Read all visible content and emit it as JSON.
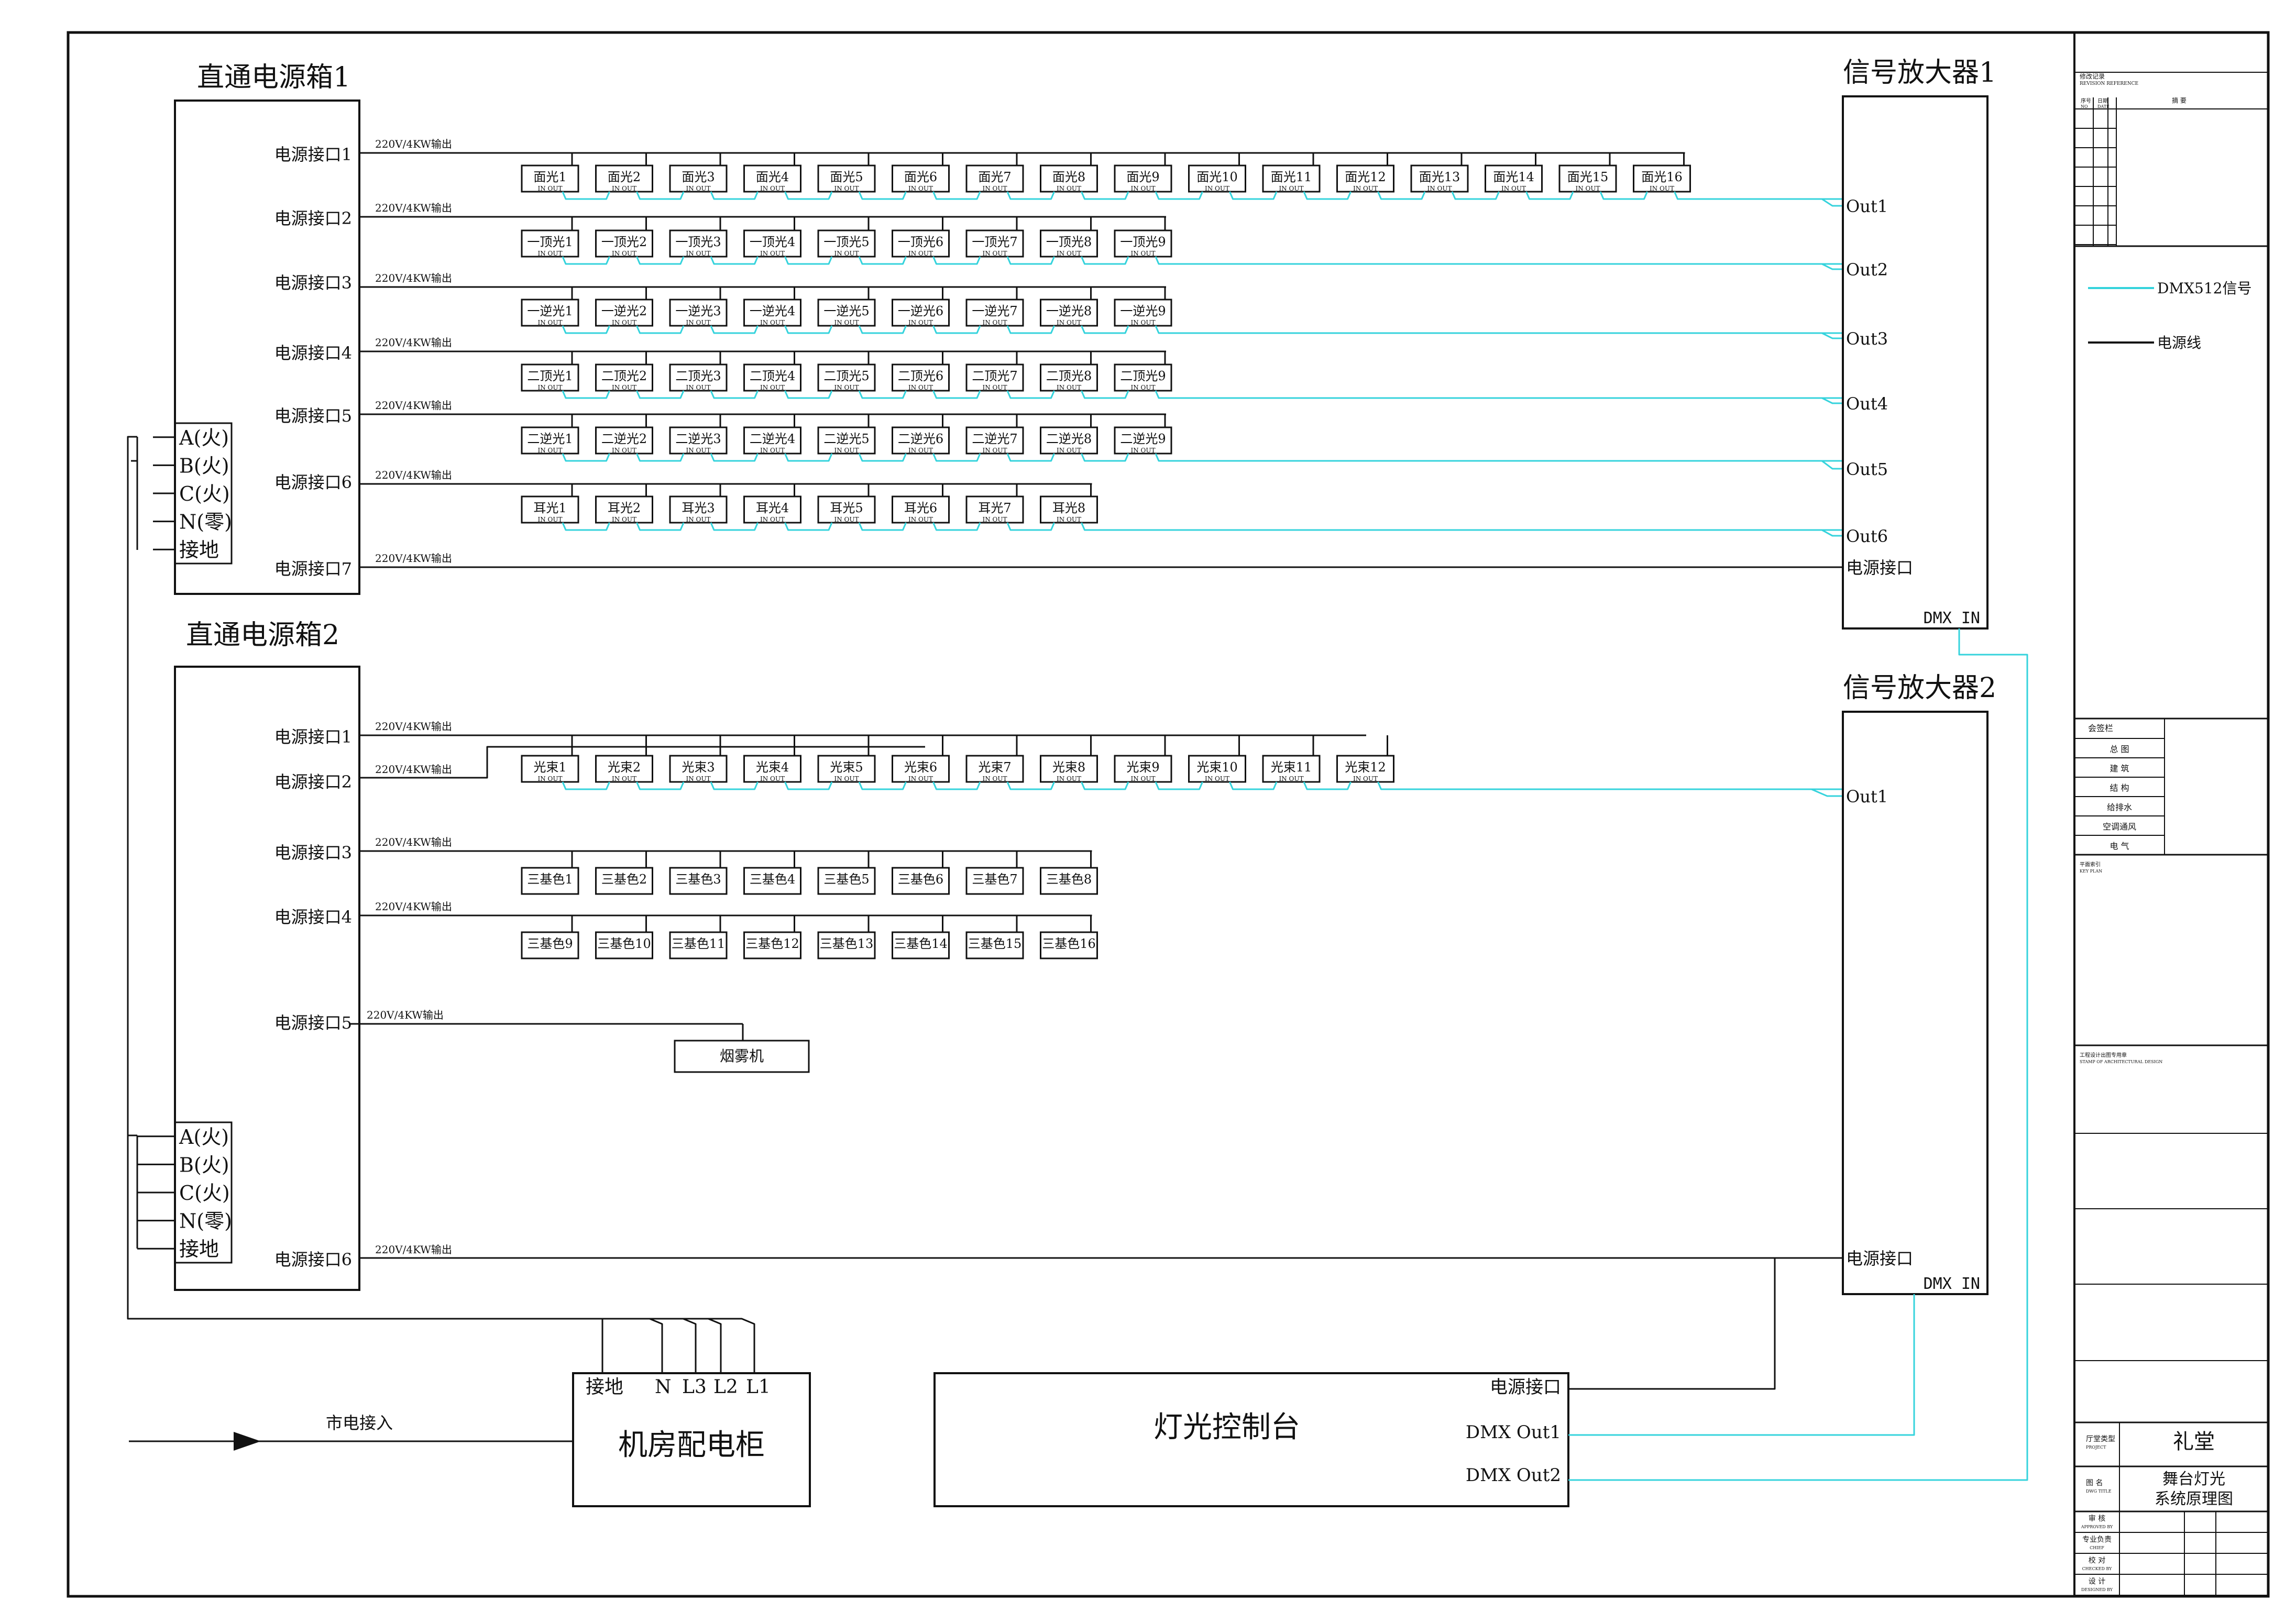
{
  "box1": {
    "title": "直通电源箱1",
    "ports": [
      "电源接口1",
      "电源接口2",
      "电源接口3",
      "电源接口4",
      "电源接口5",
      "电源接口6",
      "电源接口7"
    ],
    "phases": [
      "A(火)",
      "B(火)",
      "C(火)",
      "N(零)",
      "接地"
    ]
  },
  "box2": {
    "title": "直通电源箱2",
    "ports": [
      "电源接口1",
      "电源接口2",
      "电源接口3",
      "电源接口4",
      "电源接口5",
      "电源接口6"
    ],
    "phases": [
      "A(火)",
      "B(火)",
      "C(火)",
      "N(零)",
      "接地"
    ]
  },
  "output_label": "220V/4KW输出",
  "dmx_io_label": "IN OUT",
  "rows1": [
    {
      "names": [
        "面光1",
        "面光2",
        "面光3",
        "面光4",
        "面光5",
        "面光6",
        "面光7",
        "面光8",
        "面光9",
        "面光10",
        "面光11",
        "面光12",
        "面光13",
        "面光14",
        "面光15",
        "面光16"
      ]
    },
    {
      "names": [
        "一顶光1",
        "一顶光2",
        "一顶光3",
        "一顶光4",
        "一顶光5",
        "一顶光6",
        "一顶光7",
        "一顶光8",
        "一顶光9"
      ]
    },
    {
      "names": [
        "一逆光1",
        "一逆光2",
        "一逆光3",
        "一逆光4",
        "一逆光5",
        "一逆光6",
        "一逆光7",
        "一逆光8",
        "一逆光9"
      ]
    },
    {
      "names": [
        "二顶光1",
        "二顶光2",
        "二顶光3",
        "二顶光4",
        "二顶光5",
        "二顶光6",
        "二顶光7",
        "二顶光8",
        "二顶光9"
      ]
    },
    {
      "names": [
        "二逆光1",
        "二逆光2",
        "二逆光3",
        "二逆光4",
        "二逆光5",
        "二逆光6",
        "二逆光7",
        "二逆光8",
        "二逆光9"
      ]
    },
    {
      "names": [
        "耳光1",
        "耳光2",
        "耳光3",
        "耳光4",
        "耳光5",
        "耳光6",
        "耳光7",
        "耳光8"
      ]
    }
  ],
  "rows2": [
    {
      "names": [
        "光束1",
        "光束2",
        "光束3",
        "光束4",
        "光束5",
        "光束6",
        "光束7",
        "光束8",
        "光束9",
        "光束10",
        "光束11",
        "光束12"
      ]
    },
    {
      "names": [
        "三基色1",
        "三基色2",
        "三基色3",
        "三基色4",
        "三基色5",
        "三基色6",
        "三基色7",
        "三基色8"
      ]
    },
    {
      "names": [
        "三基色9",
        "三基色10",
        "三基色11",
        "三基色12",
        "三基色13",
        "三基色14",
        "三基色15",
        "三基色16"
      ]
    }
  ],
  "fog_machine": "烟雾机",
  "amp1": {
    "title": "信号放大器1",
    "outs": [
      "Out1",
      "Out2",
      "Out3",
      "Out4",
      "Out5",
      "Out6"
    ],
    "power": "电源接口",
    "dmx_in": "DMX IN"
  },
  "amp2": {
    "title": "信号放大器2",
    "outs": [
      "Out1"
    ],
    "power": "电源接口",
    "dmx_in": "DMX IN"
  },
  "cabinet": {
    "title": "机房配电柜",
    "terminals": [
      "接地",
      "N",
      "L3",
      "L2",
      "L1"
    ],
    "mains": "市电接入"
  },
  "console": {
    "title": "灯光控制台",
    "ports": [
      "电源接口",
      "DMX Out1",
      "DMX Out2"
    ]
  },
  "legend": {
    "dmx": "DMX512信号",
    "power": "电源线"
  },
  "colors": {
    "dmx": "#35d3dc",
    "line": "#111111",
    "title_red": "#d9221c"
  },
  "titleblock": {
    "revision": "修改记录",
    "revision_en": "REVISION REFERENCE",
    "rev_cols": [
      "序号",
      "日期",
      "摘  要"
    ],
    "rev_cols_en": [
      "NO",
      "DATE"
    ],
    "sign": "会签栏",
    "disciplines": [
      "总  图",
      "建  筑",
      "结  构",
      "给排水",
      "空调通风",
      "电  气"
    ],
    "keyplan": "平面索引",
    "keyplan_en": "KEY PLAN",
    "stamp": "工程设计出图专用章",
    "stamp_en": "STAMP OF ARCHITECTURAL DESIGN",
    "project_label": "厅堂类型",
    "project_label_en": "PROJECT",
    "project": "礼堂",
    "drawing_label": "图  名",
    "drawing_label_en": "DWG TITLE",
    "drawing_title": [
      "舞台灯光",
      "系统原理图"
    ],
    "roles": [
      {
        "cn": "审  核",
        "en": "APPROVED BY"
      },
      {
        "cn": "专业负责",
        "en": "CHIEF"
      },
      {
        "cn": "校  对",
        "en": "CHECKED BY"
      },
      {
        "cn": "设  计",
        "en": "DESIGNED BY"
      }
    ]
  }
}
